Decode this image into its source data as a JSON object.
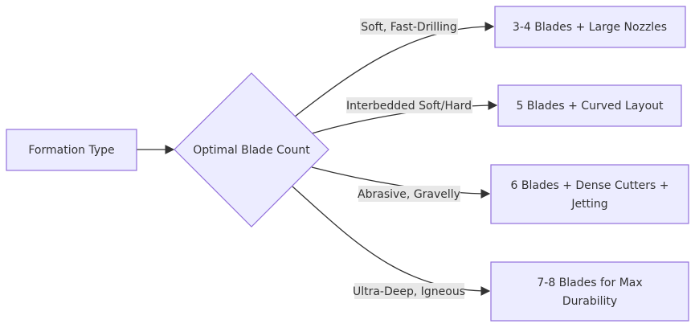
{
  "diagram": {
    "start": "Formation Type",
    "decision": "Optimal Blade Count",
    "branches": [
      {
        "label": "Soft, Fast-Drilling",
        "result": [
          "3-4 Blades + Large Nozzles"
        ]
      },
      {
        "label": "Interbedded Soft/Hard",
        "result": [
          "5 Blades + Curved Layout"
        ]
      },
      {
        "label": "Abrasive, Gravelly",
        "result": [
          "6 Blades + Dense Cutters +",
          "Jetting"
        ]
      },
      {
        "label": "Ultra-Deep, Igneous",
        "result": [
          "7-8 Blades for Max",
          "Durability"
        ]
      }
    ]
  },
  "colors": {
    "node_fill": "#ececff",
    "node_stroke": "#9370db",
    "edge": "#333333",
    "label_bg": "#e8e8e8"
  }
}
